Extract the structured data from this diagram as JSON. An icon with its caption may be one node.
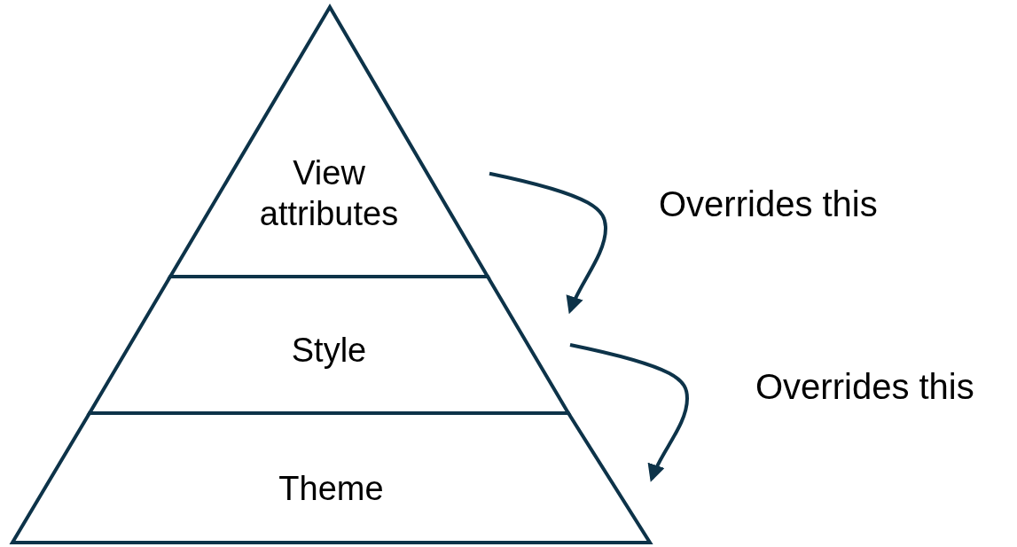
{
  "diagram": {
    "nodes": [
      {
        "text": [
          "View attributes"
        ]
      },
      {
        "text": [
          "Style"
        ]
      },
      {
        "text": [
          "Theme"
        ]
      }
    ],
    "edges": [
      {
        "from": 0,
        "to": 1,
        "arrow": "to",
        "label": "Overrides this"
      },
      {
        "from": 1,
        "to": 2,
        "arrow": "to",
        "label": "Overrides this"
      }
    ]
  }
}
